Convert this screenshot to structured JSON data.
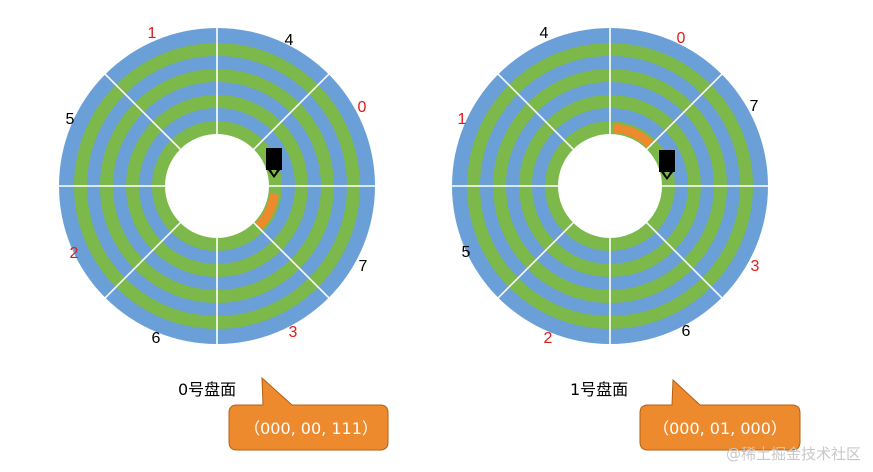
{
  "colors": {
    "blue": "#6a9fd8",
    "green": "#7cb84a",
    "orange": "#ee8a2e",
    "red": "#e11b1b",
    "black": "#000000",
    "head": "#000000"
  },
  "platter0": {
    "caption": "0号盘面",
    "address": "（000, 00, 111）",
    "sector_labels": [
      {
        "text": "1",
        "color": "red"
      },
      {
        "text": "4",
        "color": "black"
      },
      {
        "text": "0",
        "color": "red"
      },
      {
        "text": "5",
        "color": "black"
      },
      {
        "text": "7",
        "color": "black"
      },
      {
        "text": "2",
        "color": "red"
      },
      {
        "text": "6",
        "color": "black"
      },
      {
        "text": "3",
        "color": "red"
      }
    ]
  },
  "platter1": {
    "caption": "1号盘面",
    "address": "（000, 01, 000）",
    "sector_labels": [
      {
        "text": "4",
        "color": "black"
      },
      {
        "text": "0",
        "color": "red"
      },
      {
        "text": "1",
        "color": "red"
      },
      {
        "text": "7",
        "color": "black"
      },
      {
        "text": "5",
        "color": "black"
      },
      {
        "text": "3",
        "color": "red"
      },
      {
        "text": "2",
        "color": "red"
      },
      {
        "text": "6",
        "color": "black"
      }
    ]
  },
  "watermark": "@稀土掘金技术社区"
}
